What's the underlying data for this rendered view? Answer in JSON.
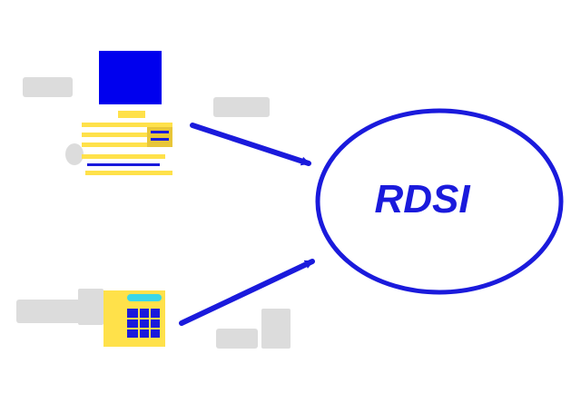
{
  "network": {
    "label": "RDSI"
  },
  "colors": {
    "primary": "#1a1adc",
    "screen": "#0000ee",
    "keypad_dots": "#ffe14a",
    "handset": "#3ad7e8",
    "faint_gray": "#cfcfcf"
  },
  "devices": [
    {
      "name": "computer-terminal",
      "icon": "computer-icon"
    },
    {
      "name": "telephone",
      "icon": "telephone-icon"
    }
  ]
}
